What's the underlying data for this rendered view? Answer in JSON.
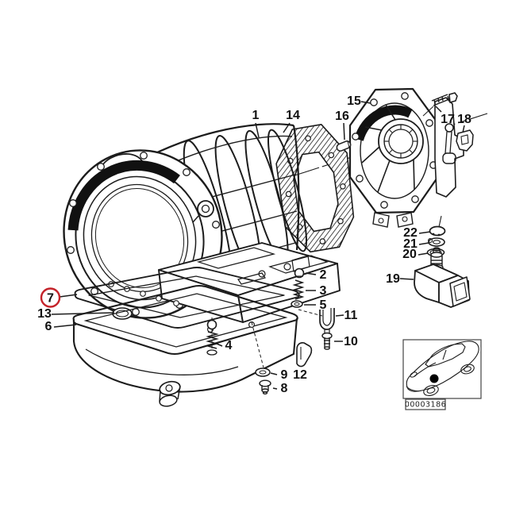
{
  "diagram": {
    "kind": "exploded-parts-diagram",
    "image_code": "00003186",
    "highlighted_callout": "7",
    "colors": {
      "line": "#1c1c1c",
      "background": "#ffffff",
      "highlight": "#c4232a"
    },
    "callouts": {
      "c1": "1",
      "c2": "2",
      "c3": "3",
      "c4": "4",
      "c5": "5",
      "c6": "6",
      "c7": "7",
      "c8": "8",
      "c9": "9",
      "c10": "10",
      "c11": "11",
      "c12": "12",
      "c13": "13",
      "c14": "14",
      "c15": "15",
      "c16": "16",
      "c17": "17",
      "c18": "18",
      "c19": "19",
      "c20": "20",
      "c21": "21",
      "c22": "22"
    }
  }
}
